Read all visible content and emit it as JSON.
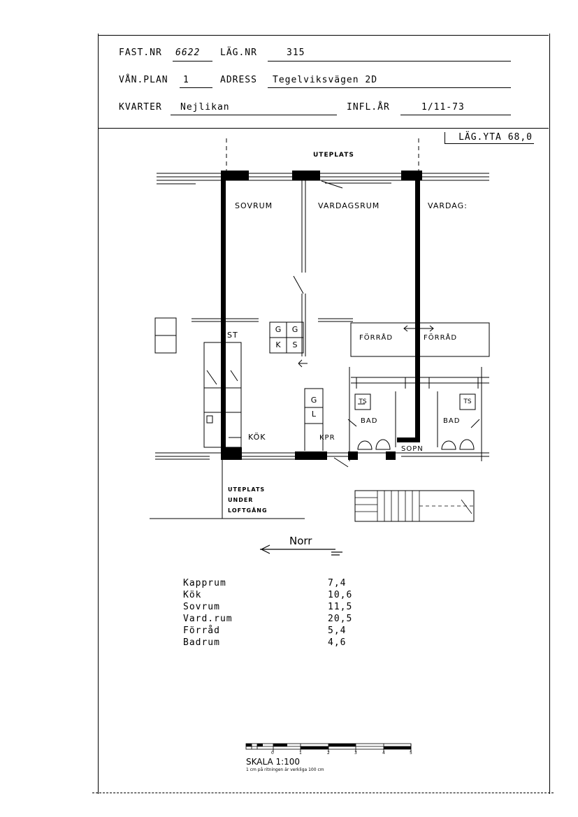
{
  "header": {
    "fast_nr_label": "FAST.NR",
    "fast_nr_value": "6622",
    "lag_nr_label": "LÄG.NR",
    "lag_nr_value": "315",
    "van_plan_label": "VÅN.PLAN",
    "van_plan_value": "1",
    "adress_label": "ADRESS",
    "adress_value": "Tegelviksvägen 2D",
    "kvarter_label": "KVARTER",
    "kvarter_value": "Nejlikan",
    "infl_ar_label": "INFL.ÅR",
    "infl_ar_value": "1/11-73"
  },
  "area_box": "LÄG.YTA 68,0",
  "plan": {
    "uteplats": "UTEPLATS",
    "sovrum": "SOVRUM",
    "vardagsrum": "VARDAGSRUM",
    "vardag_cut": "VARDAG:",
    "st": "ST",
    "g1": "G",
    "g2": "G",
    "k": "K",
    "s": "S",
    "forrad1": "FÖRRÅD",
    "forrad2": "FÖRRÅD",
    "g3": "G",
    "l": "L",
    "ts1": "TS",
    "ts2": "TS",
    "bad1": "BAD",
    "bad2": "BAD",
    "kok": "KÖK",
    "kpr": "KPR",
    "sopn": "SOPN",
    "uteplats_under_1": "UTEPLATS",
    "uteplats_under_2": "UNDER",
    "uteplats_under_3": "LOFTGÅNG"
  },
  "north_label": "Norr",
  "rooms": [
    {
      "name": "Kapprum",
      "area": "7,4"
    },
    {
      "name": "Kök",
      "area": "10,6"
    },
    {
      "name": "Sovrum",
      "area": "11,5"
    },
    {
      "name": "Vard.rum",
      "area": "20,5"
    },
    {
      "name": "Förråd",
      "area": "5,4"
    },
    {
      "name": "Badrum",
      "area": "4,6"
    }
  ],
  "scale": {
    "title": "SKALA 1:100",
    "subtitle": "1 cm på ritningen är verkliga 100 cm",
    "ticks": [
      "0",
      "1",
      "2",
      "3",
      "4",
      "5"
    ]
  }
}
